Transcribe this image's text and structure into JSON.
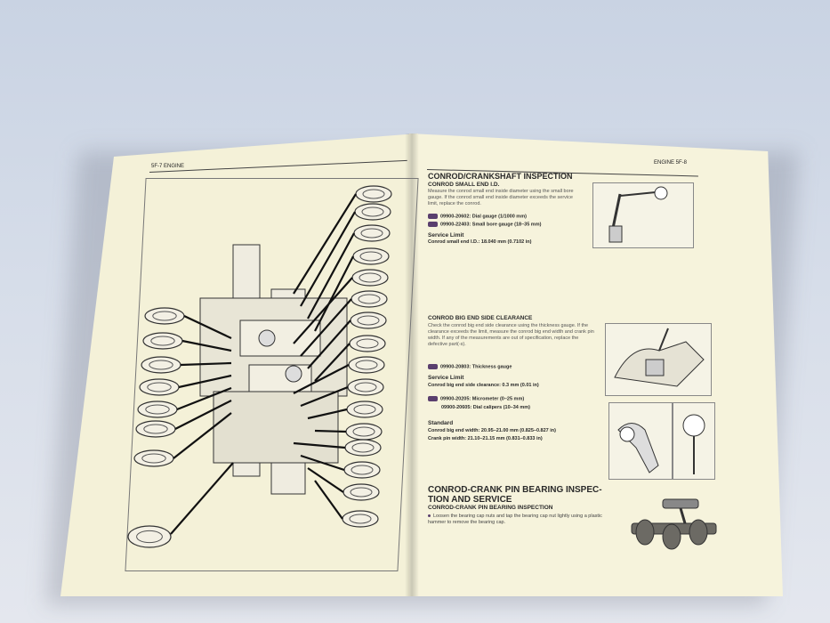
{
  "left_page": {
    "header_label": "5F-7  ENGINE"
  },
  "right_page": {
    "header_label": "ENGINE  5F-8",
    "section1": {
      "title": "CONROD/CRANKSHAFT INSPECTION",
      "subtitle": "CONROD SMALL END I.D.",
      "body": "Measure the conrod small end inside diameter using the small bore gauge. If the conrod small end inside diameter exceeds the service limit, replace the conrod.",
      "tool1": "09900-20602: Dial gauge (1/1000 mm)",
      "tool2": "09900-22403: Small bore gauge (18–35 mm)",
      "service_limit_label": "Service Limit",
      "service_limit_value": "Conrod small end I.D.: 18.040 mm (0.7102 in)"
    },
    "section2": {
      "title": "CONROD BIG END SIDE CLEARANCE",
      "body": "Check the conrod big end side clearance using the thickness gauge. If the clearance exceeds the limit, measure the conrod big end width and crank pin width. If any of the measurements are out of specification, replace the defective part(-s).",
      "tool1": "09900-20803: Thickness gauge",
      "service_limit_label": "Service Limit",
      "service_limit_value": "Conrod big end side clearance: 0.3 mm (0.01 in)",
      "tool2": "09900-20205: Micrometer (0–25 mm)",
      "tool3": "09900-20605: Dial calipers (10–34 mm)",
      "standard_label": "Standard",
      "standard1": "Conrod big end width: 20.95–21.00 mm (0.825–0.827 in)",
      "standard2": "Crank pin width: 21.10–21.15 mm (0.831–0.833 in)"
    },
    "section3": {
      "title_line1": "CONROD-CRANK PIN BEARING INSPEC-",
      "title_line2": "TION AND SERVICE",
      "subtitle": "CONROD-CRANK PIN BEARING INSPECTION",
      "bullet": "Loosen the bearing cap nuts and tap the bearing cap nut lightly using a plastic hammer to remove the bearing cap."
    }
  },
  "colors": {
    "page": "#f4f1d8",
    "ink": "#2a2a2a",
    "tool_icon": "#5a3f6e",
    "background": "#d3dae6"
  }
}
